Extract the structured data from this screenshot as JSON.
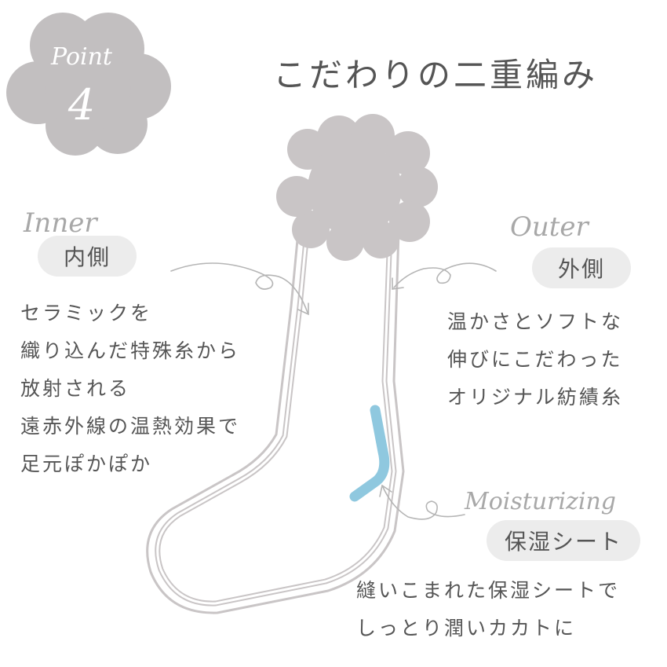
{
  "badge": {
    "script_label": "Point",
    "number": "4"
  },
  "title": "こだわりの二重編み",
  "inner": {
    "script_label": "Inner",
    "tag": "内側",
    "lines": [
      "セラミックを",
      "織り込んだ特殊糸から",
      "放射される",
      "遠赤外線の温熱効果で",
      "足元ぽかぽか"
    ]
  },
  "outer": {
    "script_label": "Outer",
    "tag": "外側",
    "lines": [
      "温かさとソフトな",
      "伸びにこだわった",
      "オリジナル紡績糸"
    ]
  },
  "moisture": {
    "script_label": "Moisturizing",
    "tag": "保湿シート",
    "lines": [
      "縫いこまれた保湿シートで",
      "しっとり潤いカカトに"
    ]
  },
  "colors": {
    "badge": "#c2bfc0",
    "sock": "#c9c5c6",
    "accent_blue": "#8fc8df",
    "pill_bg": "#ececec",
    "text": "#555555",
    "script": "#a8a8a8"
  }
}
